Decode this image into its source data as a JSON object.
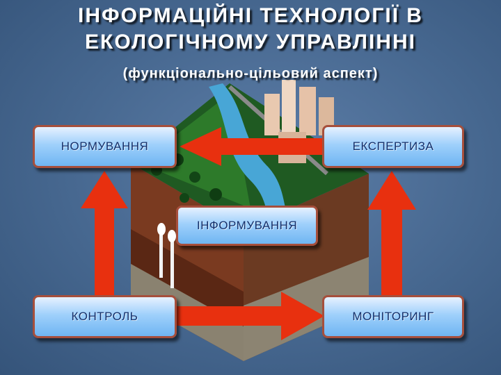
{
  "title_line1": "ІНФОРМАЦІЙНІ  ТЕХНОЛОГІЇ  В",
  "title_line2": "ЕКОЛОГІЧНОМУ  УПРАВЛІННІ",
  "subtitle": "(функціонально-цільовий аспект)",
  "boxes": {
    "normuvannya": "НОРМУВАННЯ",
    "ekspertyza": "ЕКСПЕРТИЗА",
    "informuvannya": "ІНФОРМУВАННЯ",
    "kontrol": "КОНТРОЛЬ",
    "monitoring": "МОНІТОРИНГ"
  },
  "colors": {
    "arrow": "#e8300f",
    "box_border": "#a64f3c",
    "box_text": "#14306b"
  }
}
